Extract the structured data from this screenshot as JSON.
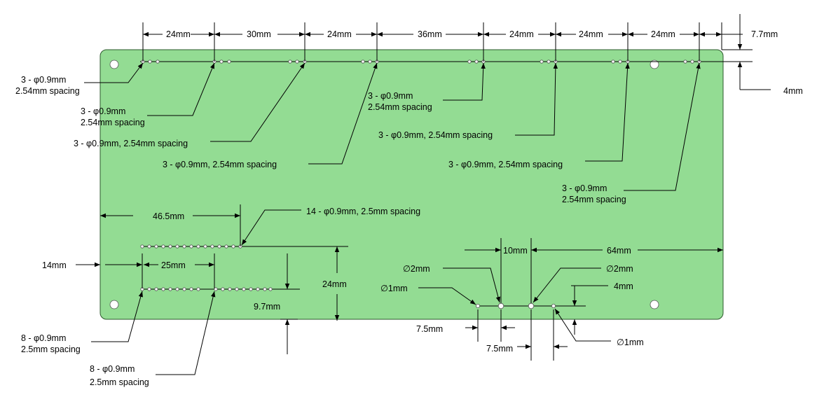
{
  "top_dims": [
    "24mm",
    "30mm",
    "24mm",
    "36mm",
    "24mm",
    "24mm",
    "24mm"
  ],
  "dim_7_7": "7.7mm",
  "dim_4_top": "4mm",
  "callouts_top": {
    "c1_line1": "3 - φ0.9mm",
    "c1_line2": "2.54mm spacing",
    "c2_line1": "3 - φ0.9mm",
    "c2_line2": "2.54mm spacing",
    "c3": "3 - φ0.9mm, 2.54mm spacing",
    "c4": "3 - φ0.9mm, 2.54mm spacing",
    "c5_line1": "3 - φ0.9mm",
    "c5_line2": "2.54mm spacing",
    "c6": "3 - φ0.9mm, 2.54mm spacing",
    "c7": "3 - φ0.9mm, 2.54mm spacing",
    "c8_line1": "3 - φ0.9mm",
    "c8_line2": "2.54mm spacing"
  },
  "left_dims": {
    "d46_5": "46.5mm",
    "d14_callout": "14 - φ0.9mm, 2.5mm spacing",
    "d14": "14mm",
    "d25": "25mm",
    "d24": "24mm",
    "d9_7": "9.7mm",
    "c_b1_line1": "8 - φ0.9mm",
    "c_b1_line2": "2.5mm spacing",
    "c_b2_line1": "8 - φ0.9mm",
    "c_b2_line2": "2.5mm spacing"
  },
  "right_dims": {
    "d10": "10mm",
    "d64": "64mm",
    "phi2_left": "∅2mm",
    "phi2_right": "∅2mm",
    "phi1_left": "∅1mm",
    "phi1_right": "∅1mm",
    "d4": "4mm",
    "d7_5_a": "7.5mm",
    "d7_5_b": "7.5mm"
  },
  "colors": {
    "board": "#93dc93",
    "board_stroke": "#2e5a2e"
  }
}
